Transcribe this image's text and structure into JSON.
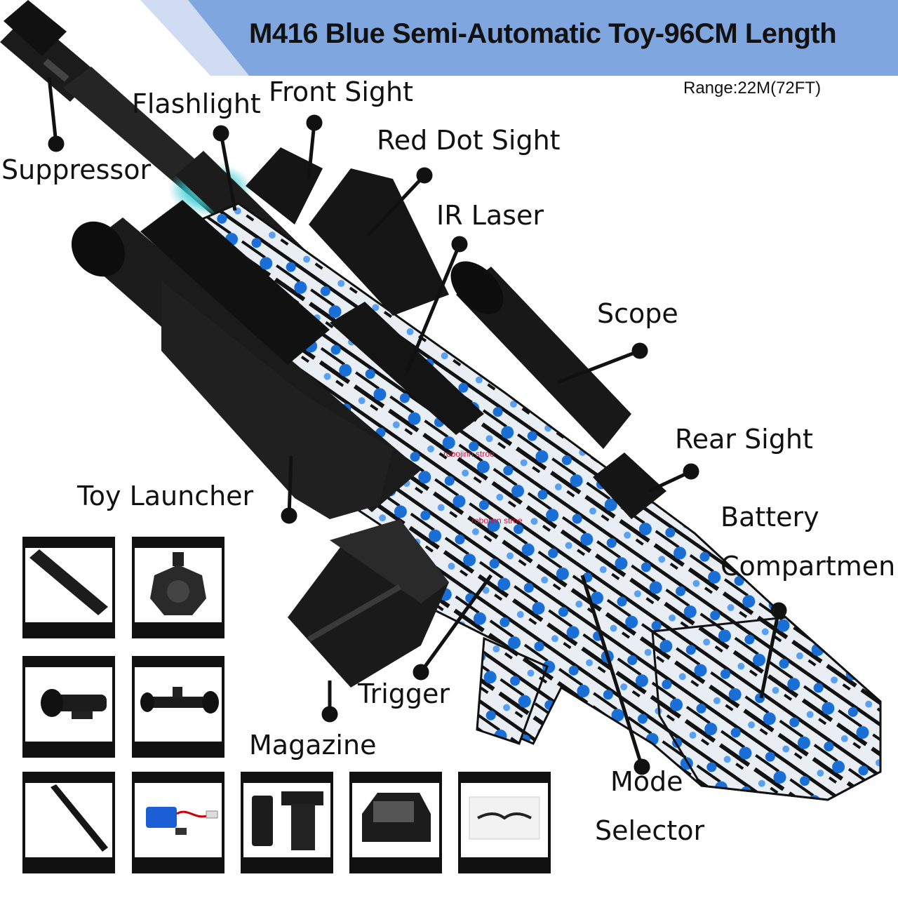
{
  "header": {
    "title": "M416 Blue Semi-Automatic Toy-96CM Length",
    "range": "Range:22M(72FT)"
  },
  "labels": {
    "suppressor": "Suppressor",
    "flashlight": "Flashlight",
    "front_sight": "Front Sight",
    "red_dot_sight": "Red Dot Sight",
    "ir_laser": "IR Laser",
    "scope": "Scope",
    "rear_sight": "Rear Sight",
    "toy_launcher": "Toy Launcher",
    "battery_line1": "Battery",
    "battery_line2": "Compartmen",
    "trigger": "Trigger",
    "magazine": "Magazine",
    "mode_line1": "Mode",
    "mode_line2": "Selector"
  },
  "watermarks": [
    "robojinn stroe",
    "robojinn stroe"
  ],
  "accessories": [
    {
      "icon": "flashlight-rail-icon"
    },
    {
      "icon": "drum-magazine-icon"
    },
    {
      "icon": "tactical-flashlight-icon"
    },
    {
      "icon": "scope-accessory-icon"
    },
    {
      "icon": "cleaning-rod-icon"
    },
    {
      "icon": "battery-usb-charger-icon"
    },
    {
      "icon": "muzzle-grip-parts-icon"
    },
    {
      "icon": "red-dot-sight-icon"
    },
    {
      "icon": "safety-goggles-icon"
    }
  ],
  "colors": {
    "banner": "#7fa6df",
    "accent_blue": "#1a6fd6",
    "gun_black": "#151515"
  }
}
